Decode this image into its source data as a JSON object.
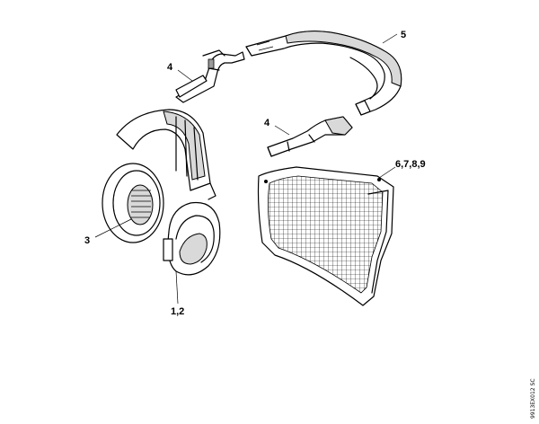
{
  "callouts": {
    "earmuff_ring": "3",
    "earmuff_cup": "1,2",
    "top_clip": "4",
    "side_clip": "4",
    "headband": "5",
    "mesh_visor": "6,7,8,9"
  },
  "drawing_code": "9913EX012 SC",
  "colors": {
    "line": "#000000",
    "background": "#ffffff",
    "shade": "#d9d9d9"
  }
}
